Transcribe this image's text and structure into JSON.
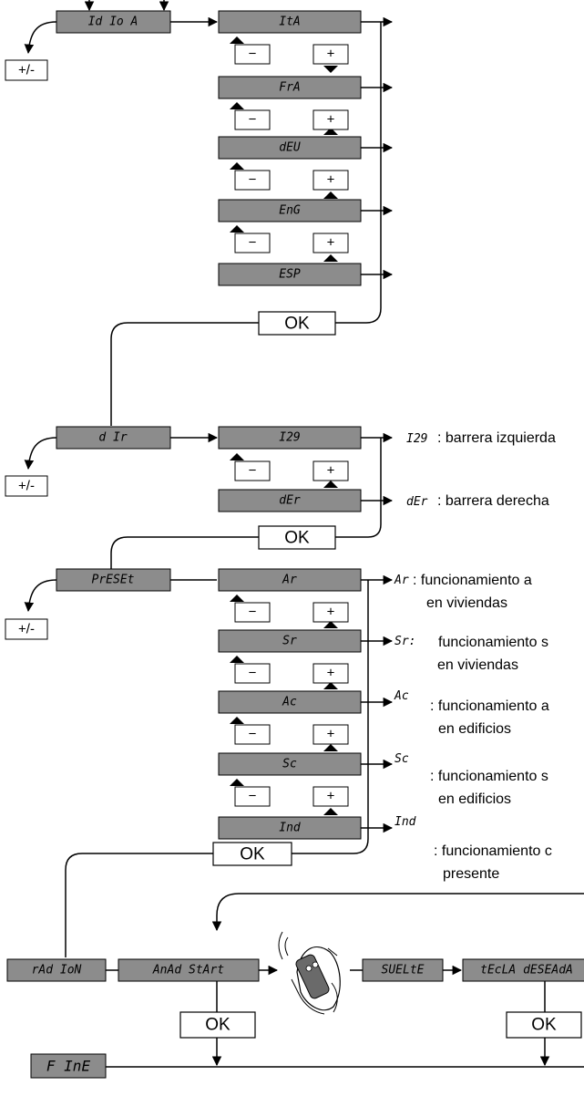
{
  "menus": {
    "idioma": {
      "label": "Id Io A",
      "options": [
        "ItA",
        "FrA",
        "dEU",
        "EnG",
        "ESP"
      ]
    },
    "dir": {
      "label": "d Ir",
      "options": [
        "I29",
        "dEr"
      ],
      "descriptions": [
        {
          "code": "I29",
          "text": ": barrera izquierda"
        },
        {
          "code": "dEr",
          "text": ": barrera derecha"
        }
      ]
    },
    "preset": {
      "label": "PrESEt",
      "options": [
        "Ar",
        "Sr",
        "Ac",
        "Sc",
        "Ind"
      ],
      "descriptions": [
        {
          "code": "Ar",
          "lines": [
            ": funcionamiento a",
            "en viviendas"
          ]
        },
        {
          "code": "Sr:",
          "lines": [
            "funcionamiento s",
            "en viviendas"
          ]
        },
        {
          "code": "Ac",
          "lines": [
            ": funcionamiento a",
            "en edificios"
          ]
        },
        {
          "code": "Sc",
          "lines": [
            ": funcionamiento s",
            "en edificios"
          ]
        },
        {
          "code": "Ind",
          "lines": [
            ": funcionamiento c",
            "presente"
          ]
        }
      ]
    },
    "radio": {
      "label": "rAd IoN",
      "steps": [
        "AnAd StArt",
        "SUELtE",
        "tEcLA dESEAdA"
      ]
    },
    "fine": {
      "label": "F InE"
    }
  },
  "buttons": {
    "minus": "−",
    "plus": "+",
    "plusminus": "+/-",
    "ok": "OK"
  }
}
